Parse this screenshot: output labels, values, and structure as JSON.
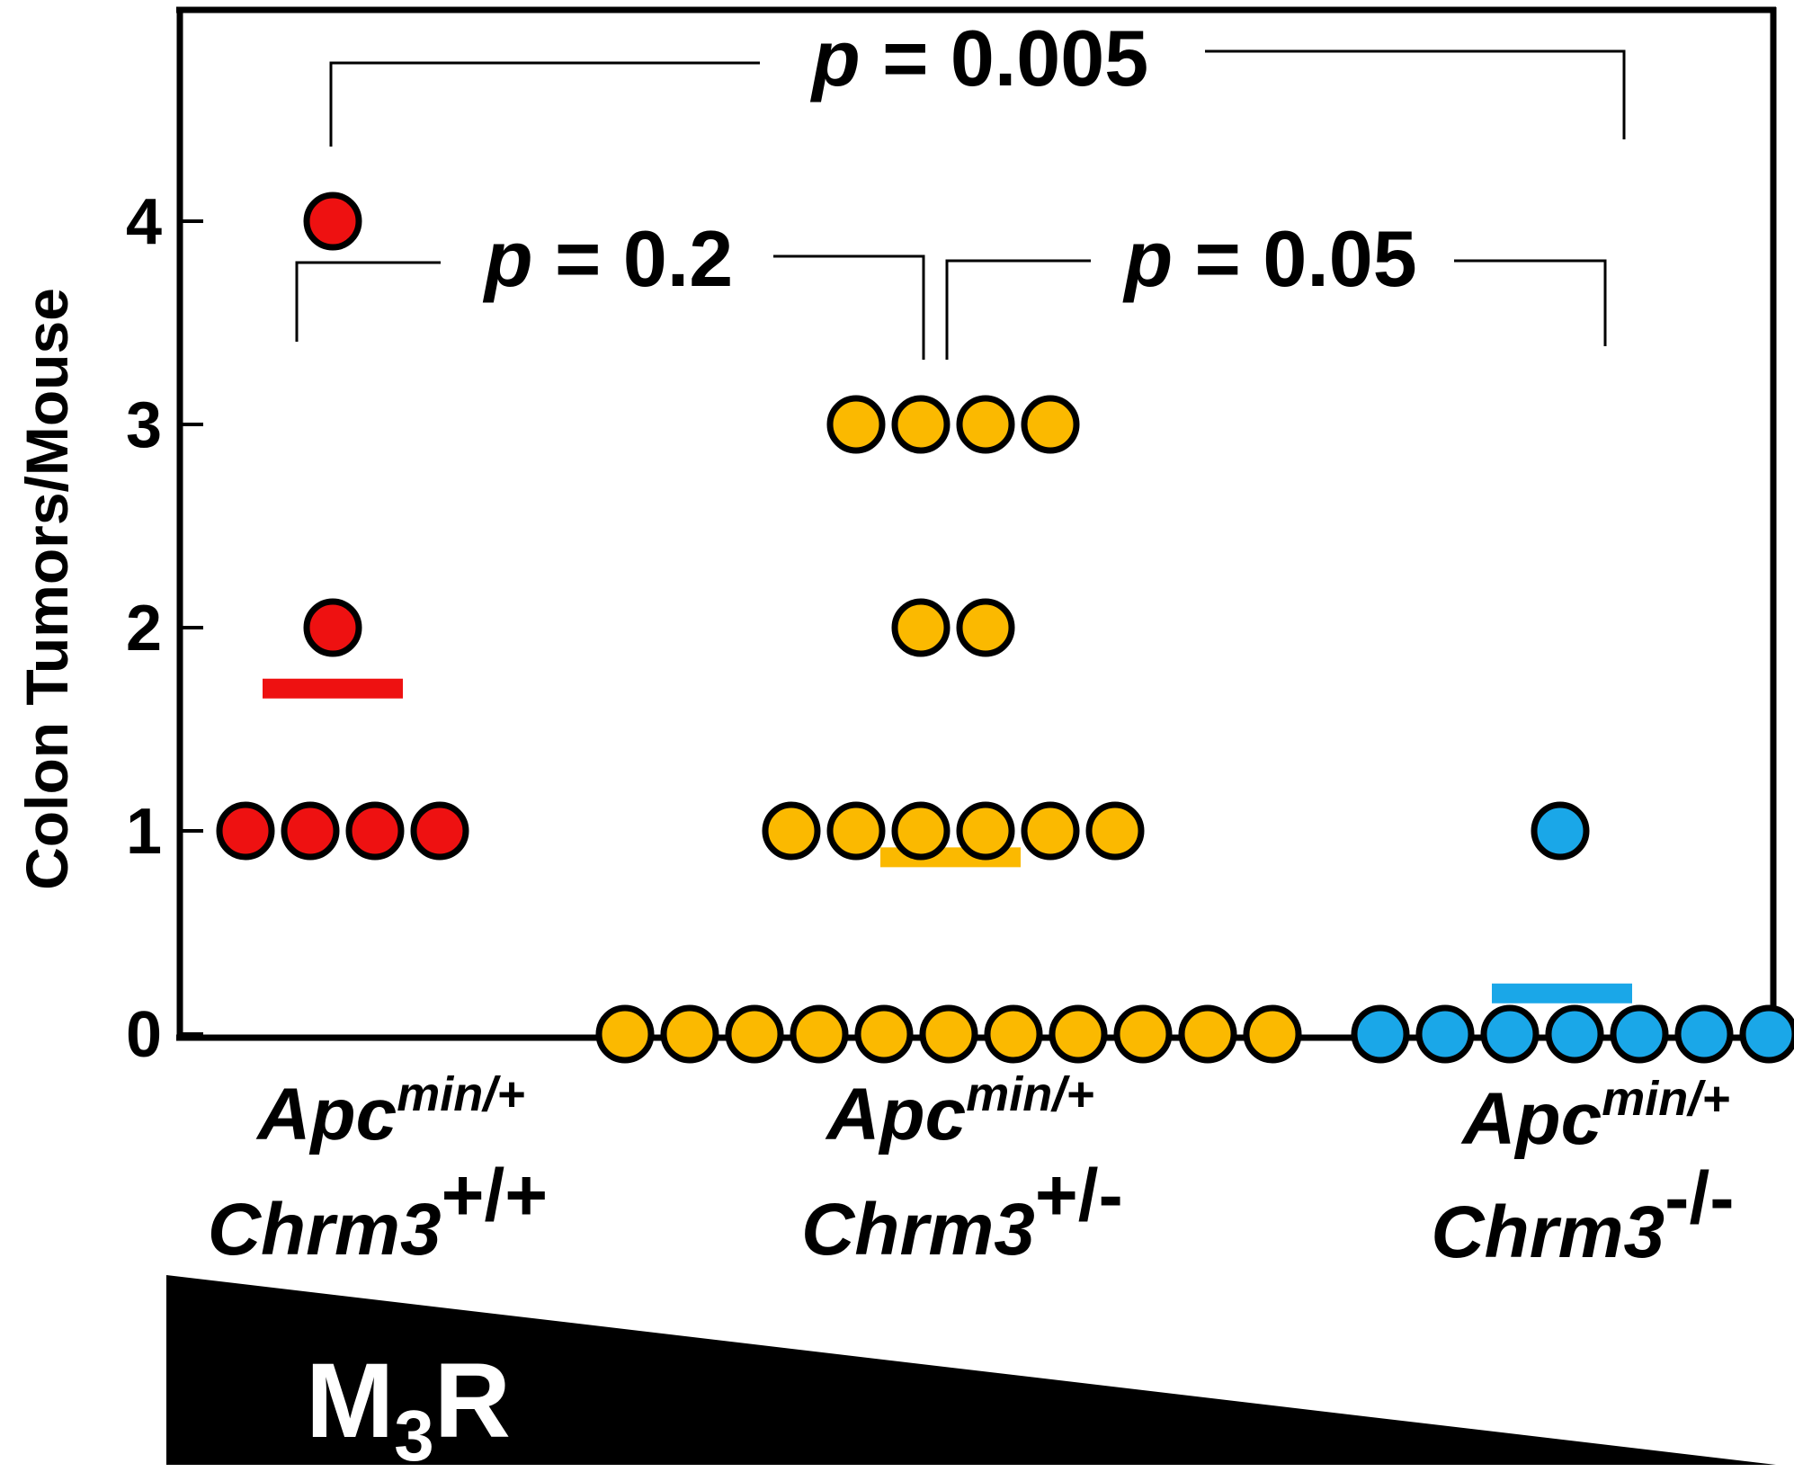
{
  "chart_data": {
    "type": "scatter",
    "ylabel": "Colon Tumors/Mouse",
    "yticks": [
      "0",
      "1",
      "2",
      "3",
      "4"
    ],
    "ylim": [
      0,
      4.9
    ],
    "groups": [
      {
        "genotype_top": "Apc",
        "genotype_top_sup": "min/+",
        "genotype_bottom": "Chrm3",
        "genotype_bottom_sup": "+/+",
        "color": "#ee1111",
        "values": [
          4,
          2,
          1,
          1,
          1,
          1
        ],
        "mean": 1.7
      },
      {
        "genotype_top": "Apc",
        "genotype_top_sup": "min/+",
        "genotype_bottom": "Chrm3",
        "genotype_bottom_sup": "+/-",
        "color": "#fbb900",
        "values": [
          3,
          3,
          3,
          3,
          2,
          2,
          1,
          1,
          1,
          1,
          1,
          1,
          0,
          0,
          0,
          0,
          0,
          0,
          0,
          0,
          0,
          0,
          0
        ],
        "mean": 0.87
      },
      {
        "genotype_top": "Apc",
        "genotype_top_sup": "min/+",
        "genotype_bottom": "Chrm3",
        "genotype_bottom_sup": "-/-",
        "color": "#1aa7e8",
        "values": [
          1,
          0,
          0,
          0,
          0,
          0,
          0,
          0
        ],
        "mean": 0.2
      }
    ],
    "comparisons": [
      {
        "p": "p",
        "rest": " = 0.005"
      },
      {
        "p": "p",
        "rest": " = 0.2"
      },
      {
        "p": "p",
        "rest": " = 0.05"
      }
    ],
    "gradient_label": {
      "main": "M",
      "sub": "3",
      "tail": "R"
    },
    "grid": false
  }
}
